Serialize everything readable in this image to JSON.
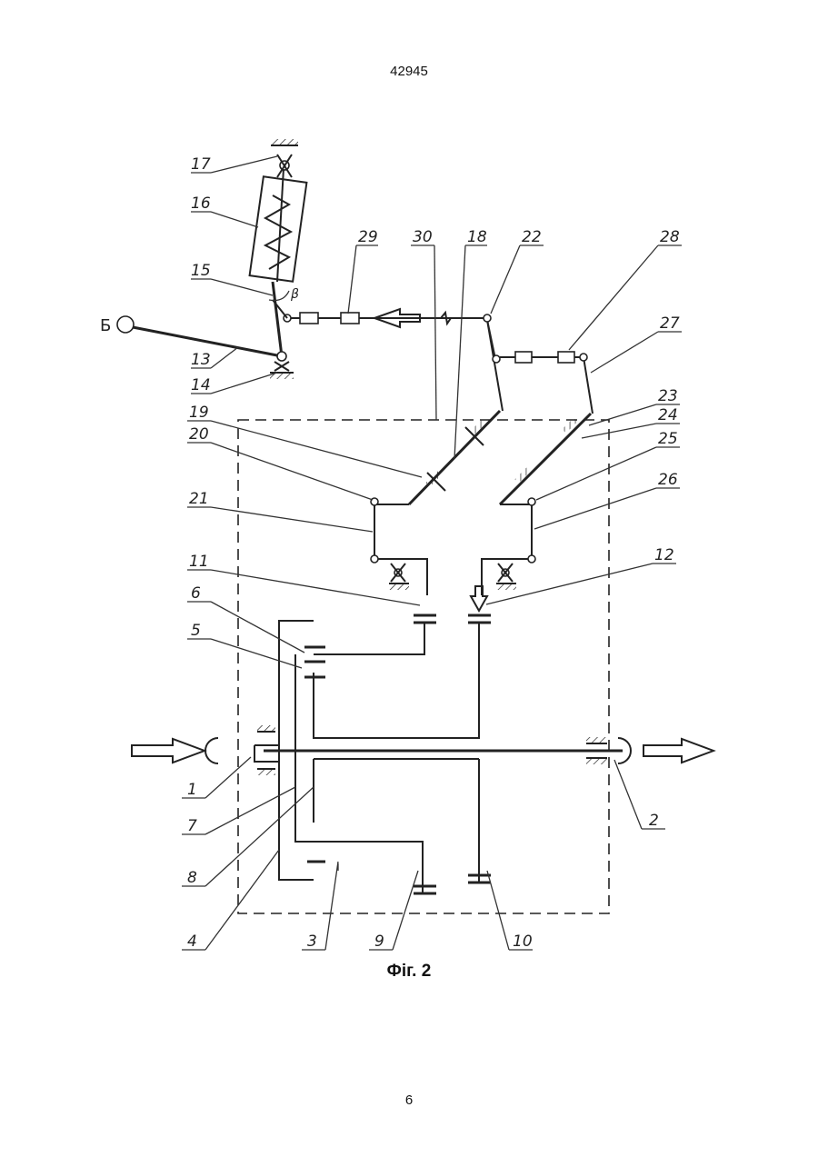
{
  "header": {
    "doc_number": "42945"
  },
  "figure": {
    "caption": "Фіг. 2",
    "input_letter": "Б",
    "labels": [
      "1",
      "2",
      "3",
      "4",
      "5",
      "6",
      "7",
      "8",
      "9",
      "10",
      "11",
      "12",
      "13",
      "14",
      "15",
      "16",
      "17",
      "18",
      "19",
      "20",
      "21",
      "22",
      "23",
      "24",
      "25",
      "26",
      "27",
      "28",
      "29",
      "30"
    ],
    "angle_symbol": "β"
  },
  "footer": {
    "page_number": "6"
  }
}
